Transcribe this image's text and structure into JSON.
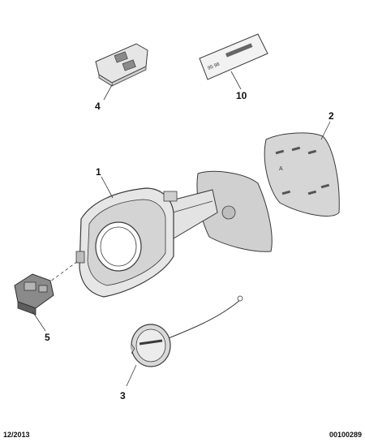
{
  "diagram": {
    "callouts": [
      {
        "id": "1",
        "label": "1"
      },
      {
        "id": "2",
        "label": "2"
      },
      {
        "id": "3",
        "label": "3"
      },
      {
        "id": "4",
        "label": "4"
      },
      {
        "id": "5",
        "label": "5"
      },
      {
        "id": "10",
        "label": "10"
      }
    ],
    "label_sticker_text": "95 98",
    "colors": {
      "line": "#3a3a3a",
      "fill_light": "#e6e6e6",
      "fill_mid": "#cfcfcf",
      "fill_dark": "#8a8a8a"
    }
  },
  "footer": {
    "date": "12/2013",
    "reference": "00100289"
  }
}
